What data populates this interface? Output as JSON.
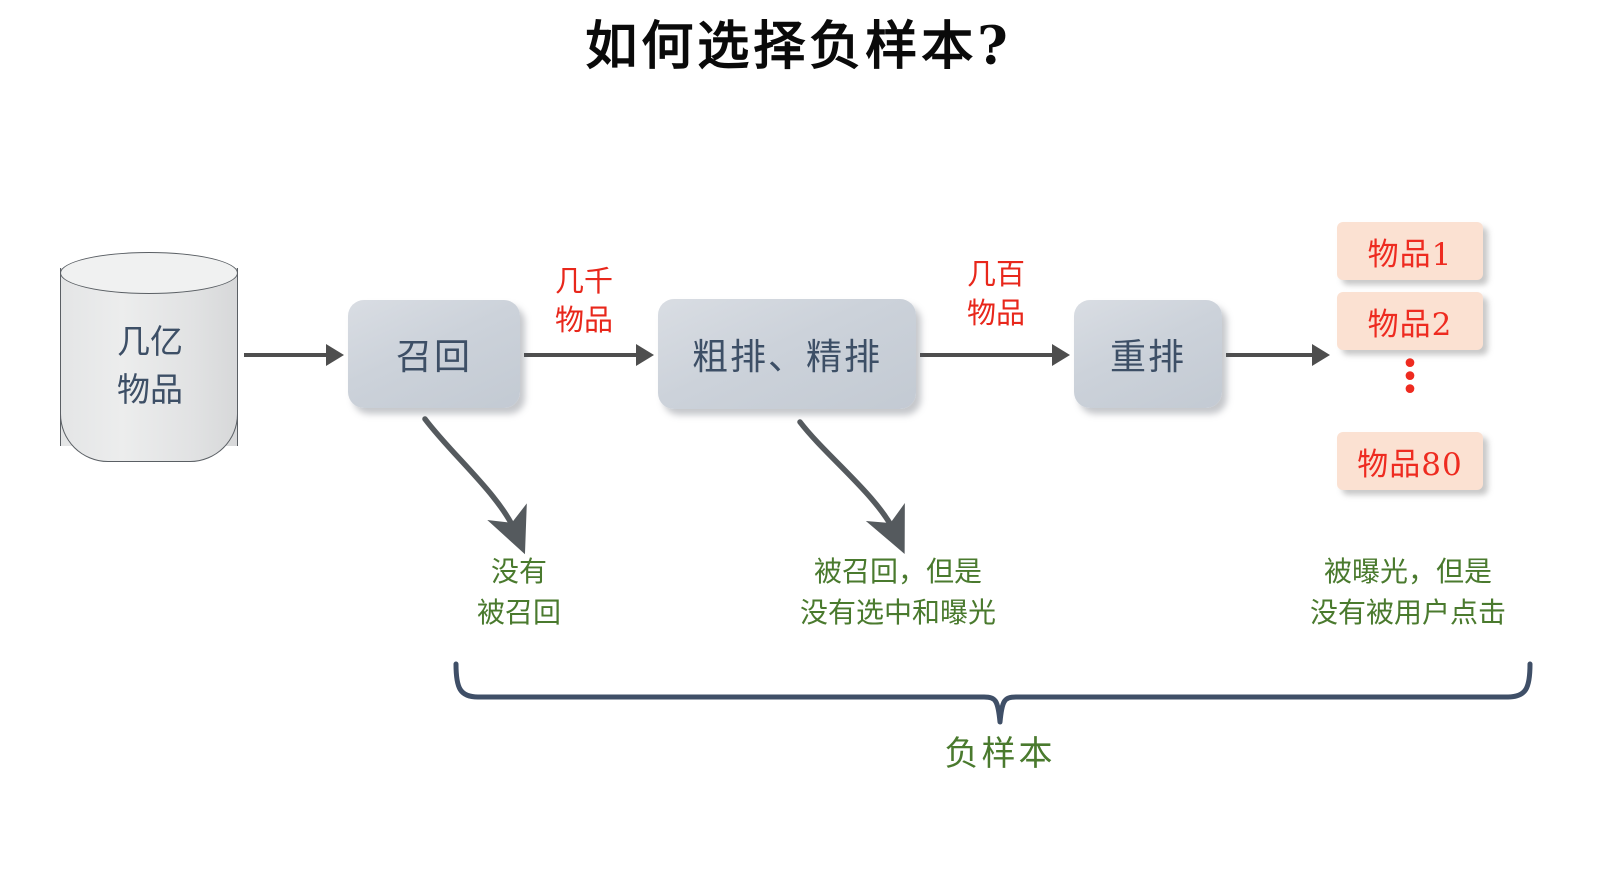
{
  "title": "如何选择负样本?",
  "source": {
    "label_line1": "几亿",
    "label_line2": "物品",
    "shape": "cylinder-database"
  },
  "stages": [
    {
      "id": "recall",
      "label": "召回"
    },
    {
      "id": "rank",
      "label": "粗排、精排"
    },
    {
      "id": "rerank",
      "label": "重排"
    }
  ],
  "volume_labels": [
    {
      "id": "thousands",
      "line1": "几千",
      "line2": "物品"
    },
    {
      "id": "hundreds",
      "line1": "几百",
      "line2": "物品"
    }
  ],
  "results": {
    "items": [
      "物品1",
      "物品2",
      "物品80"
    ],
    "ellipsis": "⋮"
  },
  "notes": [
    {
      "id": "not-recalled",
      "text": "没有\n被召回"
    },
    {
      "id": "recalled-not-shown",
      "text": "被召回，但是\n没有选中和曝光"
    },
    {
      "id": "shown-not-clicked",
      "text": "被曝光，但是\n没有被用户点击"
    }
  ],
  "brace": {
    "label": "负样本"
  },
  "colors": {
    "title": "#0a0a0a",
    "box_text": "#3d4f66",
    "box_fill": "#ccd2da",
    "arrow": "#4e4e4e",
    "volume_label": "#e8271b",
    "chip_fill": "#fbe1d2",
    "chip_text": "#ee2b20",
    "note_green": "#4a7a2e",
    "brace": "#3f4f67",
    "cylinder_fill": "#e9eaeb",
    "cylinder_stroke": "#5a5f64"
  }
}
